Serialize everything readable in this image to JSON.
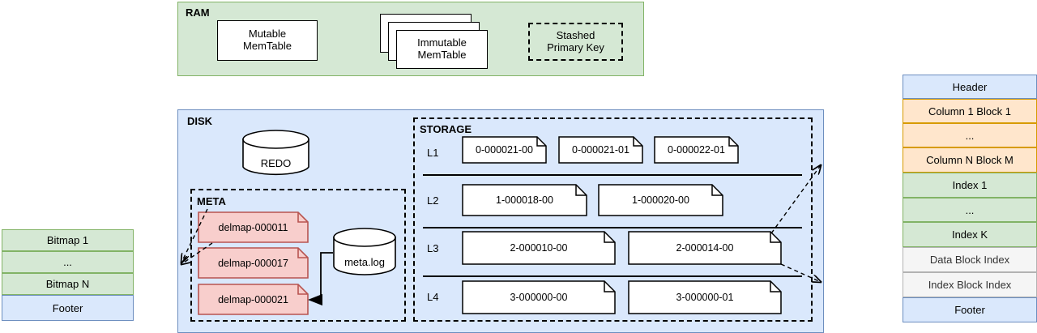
{
  "ram": {
    "label": "RAM",
    "mutable_memtable": "Mutable\nMemTable",
    "mutable_memtable_line1": "Mutable",
    "mutable_memtable_line2": "MemTable",
    "immutable_memtable_line1": "Immutable",
    "immutable_memtable_line2": "MemTable",
    "stashed_line1": "Stashed",
    "stashed_line2": "Primary Key"
  },
  "disk": {
    "label": "DISK",
    "redo": "REDO",
    "meta": {
      "label": "META",
      "delmaps": [
        "delmap-000011",
        "delmap-000017",
        "delmap-000021"
      ],
      "meta_log": "meta.log"
    },
    "storage": {
      "label": "STORAGE",
      "levels": [
        {
          "name": "L1",
          "files": [
            "0-000021-00",
            "0-000021-01",
            "0-000022-01"
          ]
        },
        {
          "name": "L2",
          "files": [
            "1-000018-00",
            "1-000020-00"
          ]
        },
        {
          "name": "L3",
          "files": [
            "2-000010-00",
            "2-000014-00"
          ]
        },
        {
          "name": "L4",
          "files": [
            "3-000000-00",
            "3-000000-01"
          ]
        }
      ]
    }
  },
  "left_panel": {
    "rows": [
      {
        "label": "Bitmap 1",
        "fill": "green"
      },
      {
        "label": "...",
        "fill": "green"
      },
      {
        "label": "Bitmap N",
        "fill": "green"
      },
      {
        "label": "Footer",
        "fill": "blue"
      }
    ]
  },
  "right_panel": {
    "rows": [
      {
        "label": "Header",
        "fill": "blue"
      },
      {
        "label": "Column 1 Block 1",
        "fill": "orange"
      },
      {
        "label": "...",
        "fill": "orange"
      },
      {
        "label": "Column N Block M",
        "fill": "orange"
      },
      {
        "label": "Index 1",
        "fill": "green"
      },
      {
        "label": "...",
        "fill": "green"
      },
      {
        "label": "Index K",
        "fill": "green"
      },
      {
        "label": "Data Block Index",
        "fill": "grey"
      },
      {
        "label": "Index Block Index",
        "fill": "grey"
      },
      {
        "label": "Footer",
        "fill": "blue"
      }
    ]
  },
  "colors": {
    "ram_fill": "#d5e8d4",
    "ram_stroke": "#82b366",
    "disk_fill": "#dae8fc",
    "disk_stroke": "#6c8ebf",
    "note_fill": "#ffffff",
    "note_stroke": "#000000",
    "delmap_fill": "#f8cecc",
    "delmap_stroke": "#b85450",
    "orange_fill": "#ffe6cc",
    "orange_stroke": "#d79b00",
    "grey_fill": "#f5f5f5",
    "grey_stroke": "#b3b3b3"
  }
}
